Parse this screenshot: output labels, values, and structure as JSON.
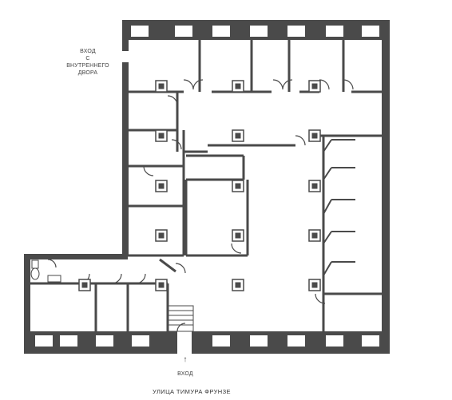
{
  "entrance_courtyard": {
    "line1": "ВХОД",
    "line2": "С ВНУТРЕННЕГО",
    "line3": "ДВОРА"
  },
  "entrance_main": {
    "label": "ВХОД",
    "arrow": "↑"
  },
  "street_name": "УЛИЦА ТИМУРА ФРУНЗЕ",
  "colors": {
    "wall": "#4a4a4a",
    "window": "#ffffff",
    "background": "#ffffff"
  },
  "icons": {
    "column": "structural-column-icon",
    "door": "door-swing-icon",
    "stairs": "stairs-icon",
    "toilet": "toilet-icon"
  }
}
